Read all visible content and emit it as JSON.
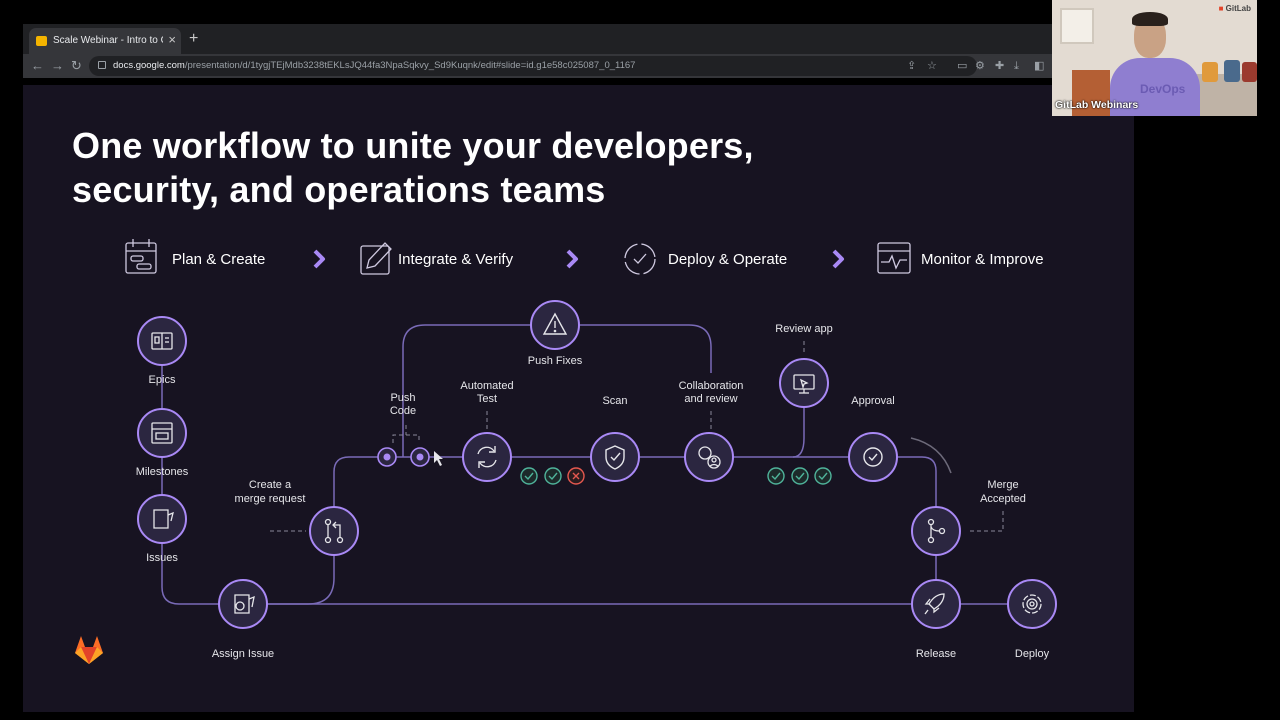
{
  "browser": {
    "tab_title": "Scale Webinar - Intro to GitLab",
    "tab_close": "×",
    "new_tab": "+",
    "url_host": "docs.google.com",
    "url_path": "/presentation/d/1tygjTEjMdb3238tEKLsJQ44fa3NpaSqkvy_Sd9Kuqnk/edit#slide=id.g1e58c025087_0_1167"
  },
  "slide": {
    "title_line1": "One workflow to unite your developers,",
    "title_line2": "security, and operations teams",
    "stages": [
      "Plan & Create",
      "Integrate & Verify",
      "Deploy & Operate",
      "Monitor & Improve"
    ],
    "nodes": {
      "epics": "Epics",
      "milestones": "Milestones",
      "issues": "Issues",
      "assign_issue": "Assign Issue",
      "create_mr_line1": "Create a",
      "create_mr_line2": "merge request",
      "push_code_line1": "Push",
      "push_code_line2": "Code",
      "automated_test_line1": "Automated",
      "automated_test_line2": "Test",
      "push_fixes": "Push Fixes",
      "scan": "Scan",
      "collab_line1": "Collaboration",
      "collab_line2": "and review",
      "review_app": "Review app",
      "approval": "Approval",
      "merge_accepted_line1": "Merge",
      "merge_accepted_line2": "Accepted",
      "release": "Release",
      "deploy": "Deploy"
    }
  },
  "webcam": {
    "name": "GitLab Webinars",
    "brand": "GitLab",
    "shirt_text": "DevOps"
  },
  "colors": {
    "slide_bg": "#171321",
    "accent_purple": "#a989f5",
    "node_fill": "#2b2640",
    "check_green": "#4fb39a",
    "fail_red": "#e5584f",
    "gitlab_orange": "#fc6d26"
  }
}
